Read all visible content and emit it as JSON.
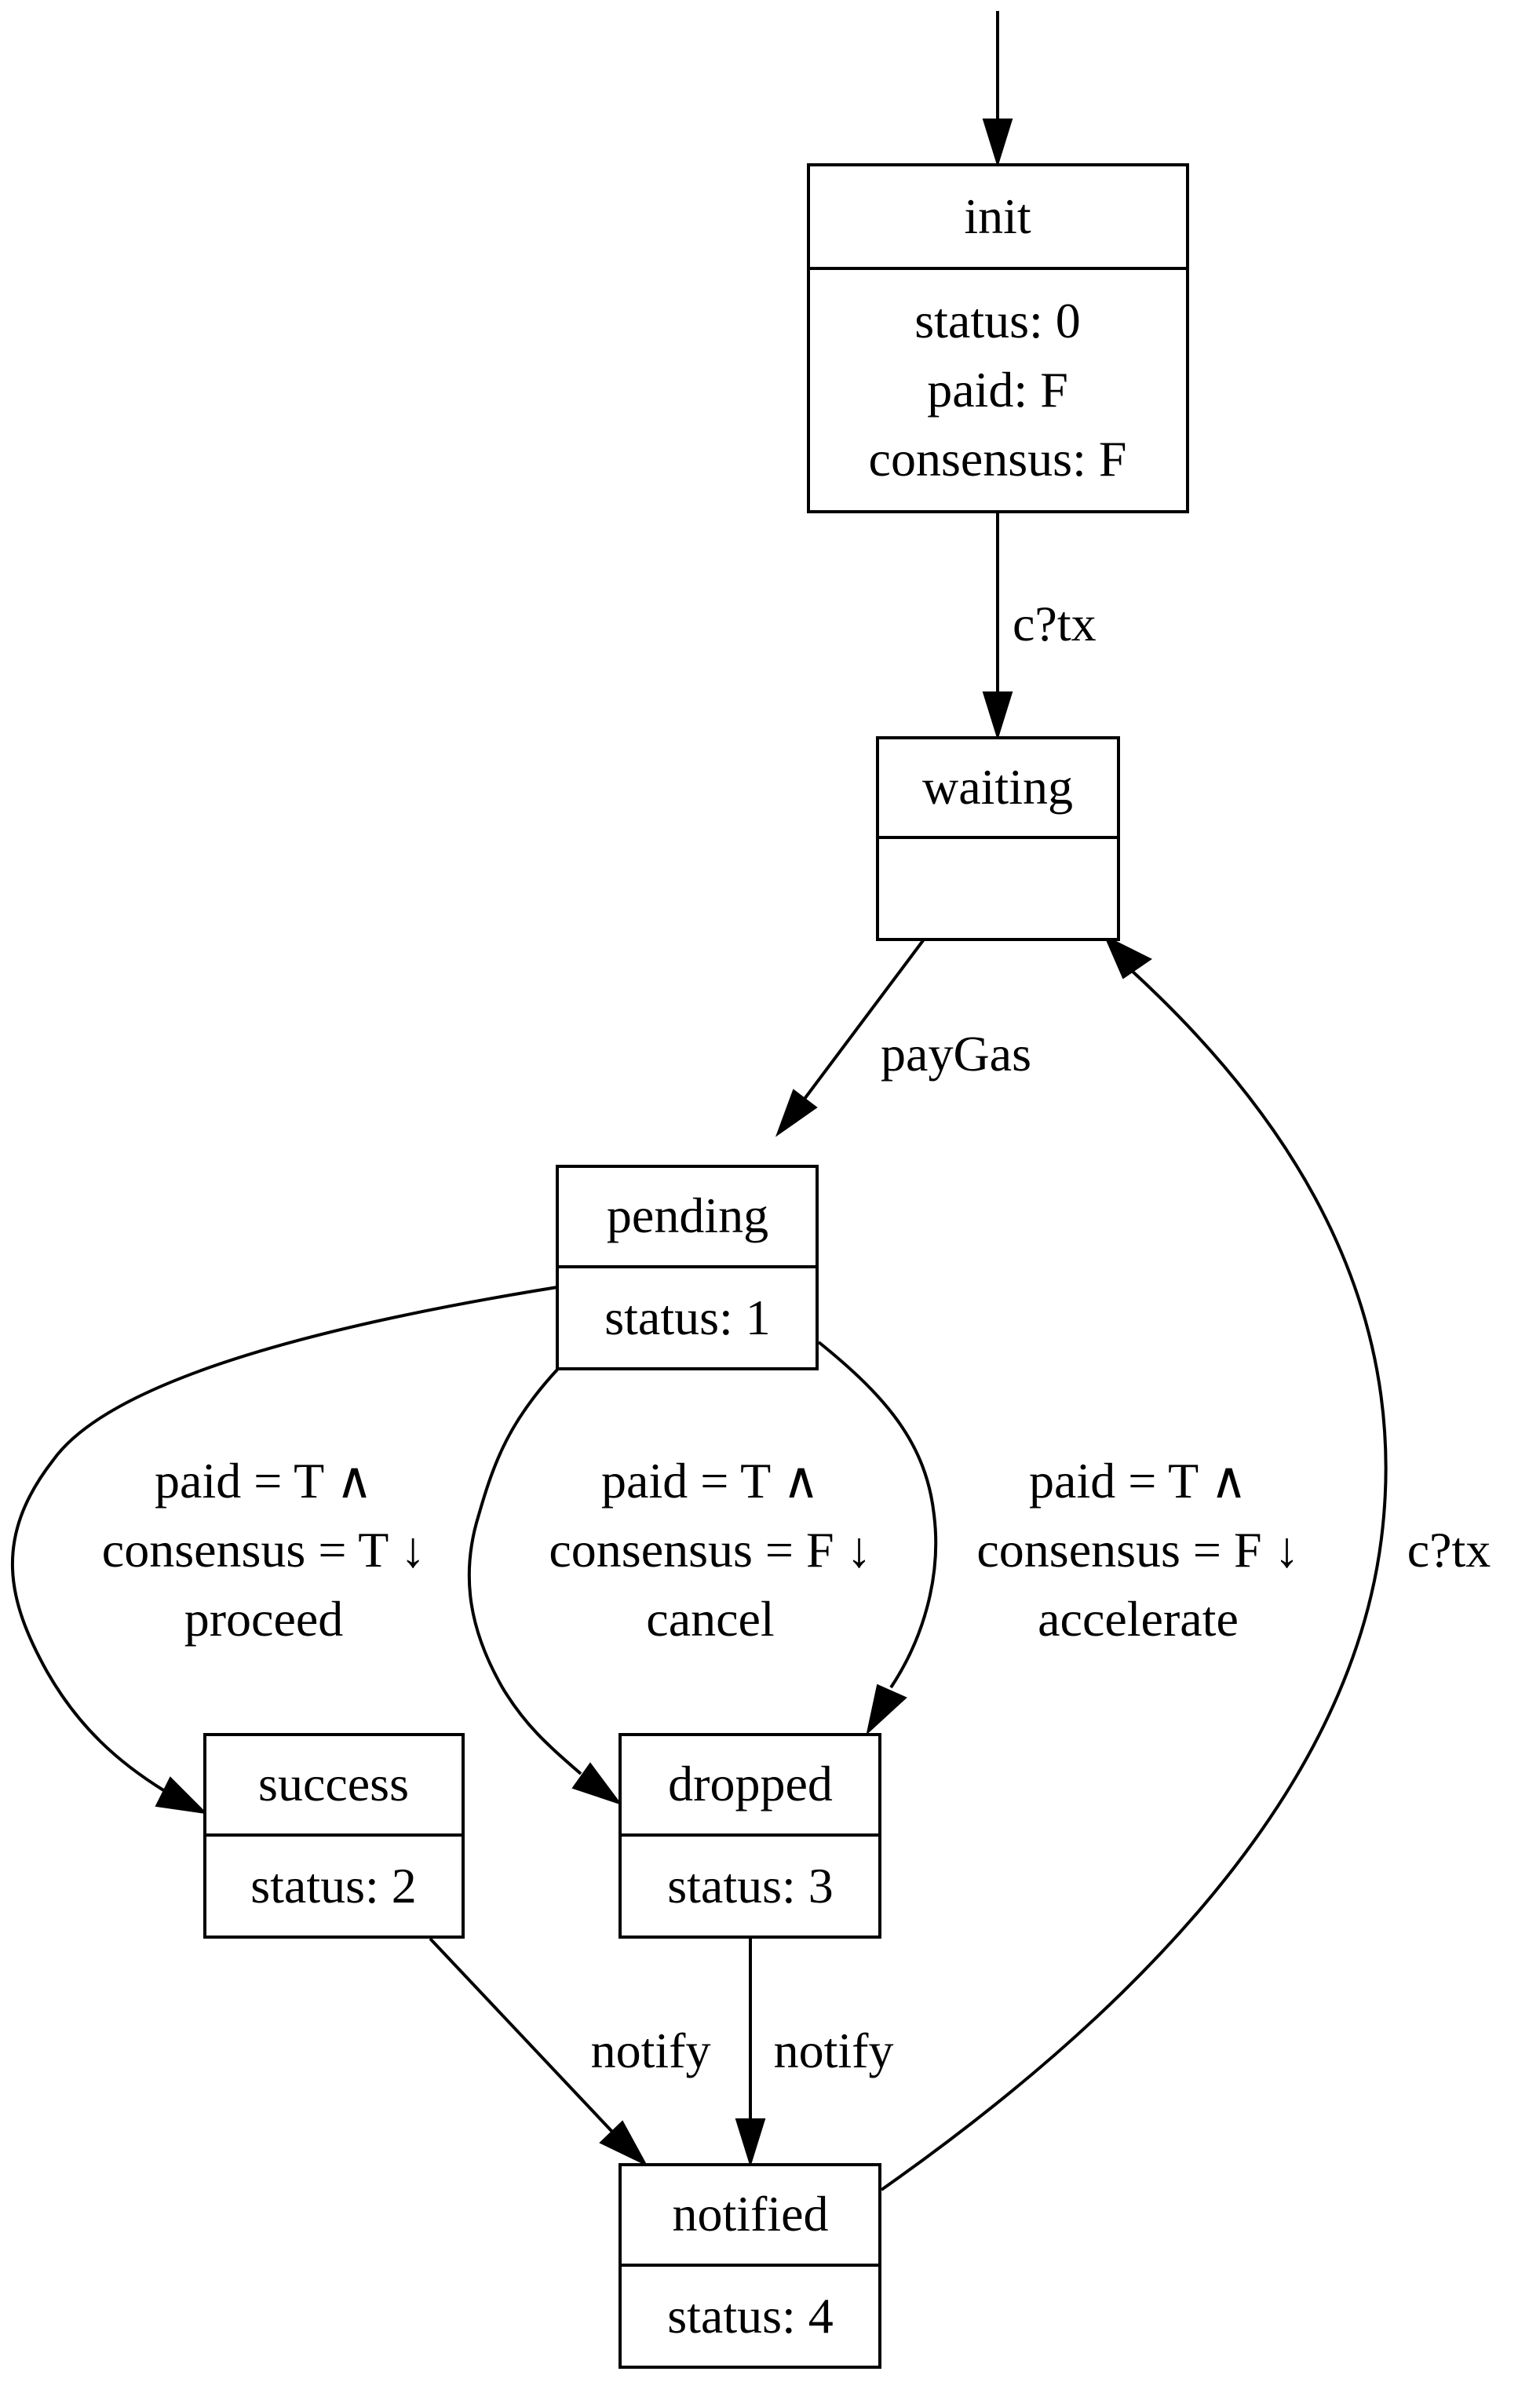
{
  "states": {
    "init": {
      "title": "init",
      "attrs": [
        "status: 0",
        "paid: F",
        "consensus: F"
      ]
    },
    "waiting": {
      "title": "waiting",
      "attrs": []
    },
    "pending": {
      "title": "pending",
      "attrs": [
        "status: 1"
      ]
    },
    "success": {
      "title": "success",
      "attrs": [
        "status: 2"
      ]
    },
    "dropped": {
      "title": "dropped",
      "attrs": [
        "status: 3"
      ]
    },
    "notified": {
      "title": "notified",
      "attrs": [
        "status: 4"
      ]
    }
  },
  "transitions": {
    "init_waiting": {
      "lines": [
        "c?tx"
      ]
    },
    "waiting_pending": {
      "lines": [
        "payGas"
      ]
    },
    "pending_success": {
      "lines": [
        "paid = T ∧",
        "consensus = T ↓",
        "proceed"
      ]
    },
    "pending_dropped_cancel": {
      "lines": [
        "paid = T ∧",
        "consensus = F ↓",
        "cancel"
      ]
    },
    "pending_dropped_accelerate": {
      "lines": [
        "paid = T ∧",
        "consensus = F ↓",
        "accelerate"
      ]
    },
    "success_notified": {
      "lines": [
        "notify"
      ]
    },
    "dropped_notified": {
      "lines": [
        "notify"
      ]
    },
    "notified_waiting": {
      "lines": [
        "c?tx"
      ]
    }
  }
}
